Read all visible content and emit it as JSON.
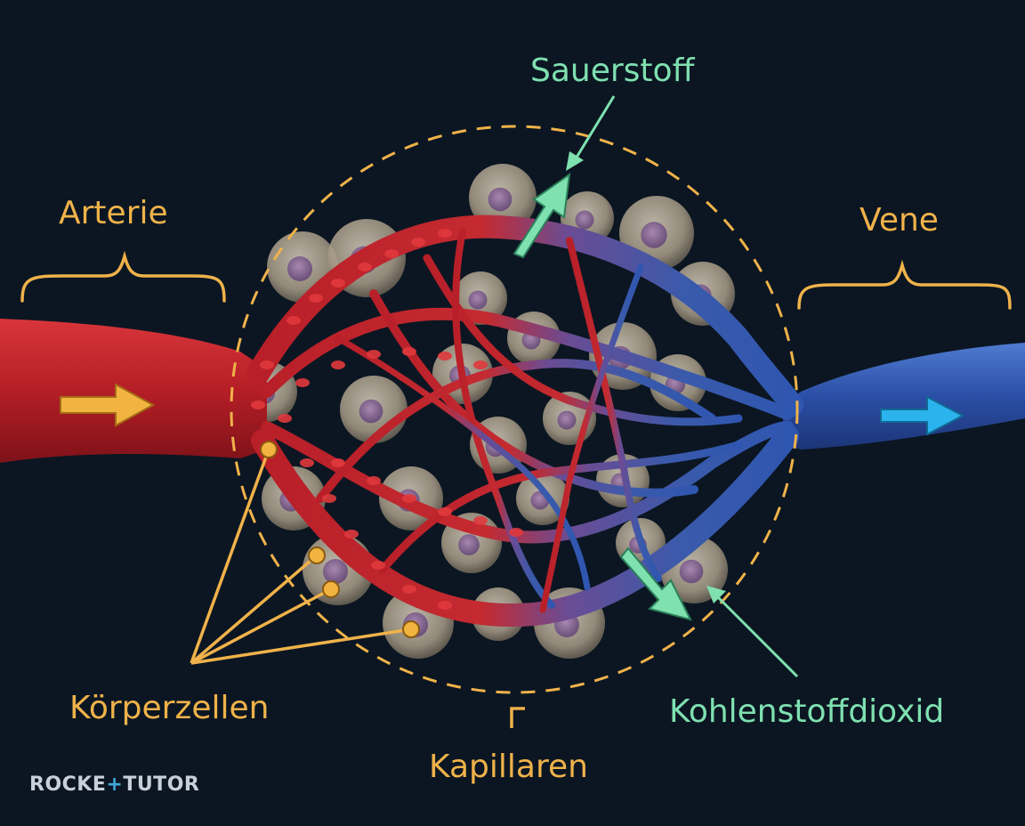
{
  "colors": {
    "background": "#0b1622",
    "label_orange": "#f0b24a",
    "label_green": "#7fe0b0",
    "arrow_orange": "#f2b440",
    "arrow_green": "#7fe0b0",
    "arrow_blue": "#2bb3ee",
    "artery_red": "#c0232b",
    "vein_blue": "#2a4a9a",
    "cell_beige": "#b9ad98",
    "logo_text": "#c8d0da",
    "logo_accent": "#3fa9d9"
  },
  "labels": {
    "arterie": "Arterie",
    "vene": "Vene",
    "sauerstoff": "Sauerstoff",
    "koerperzellen": "Körperzellen",
    "kohlenstoffdioxid": "Kohlenstoffdioxid",
    "kapillaren": "Kapillaren"
  },
  "logo": {
    "left": "ROCKE",
    "plus": "+",
    "right": "TUTOR"
  },
  "icons": {
    "flow_in": "arrow-right-icon",
    "flow_out": "arrow-right-icon",
    "oxygen": "arrow-up-right-icon",
    "co2": "arrow-down-right-icon"
  }
}
